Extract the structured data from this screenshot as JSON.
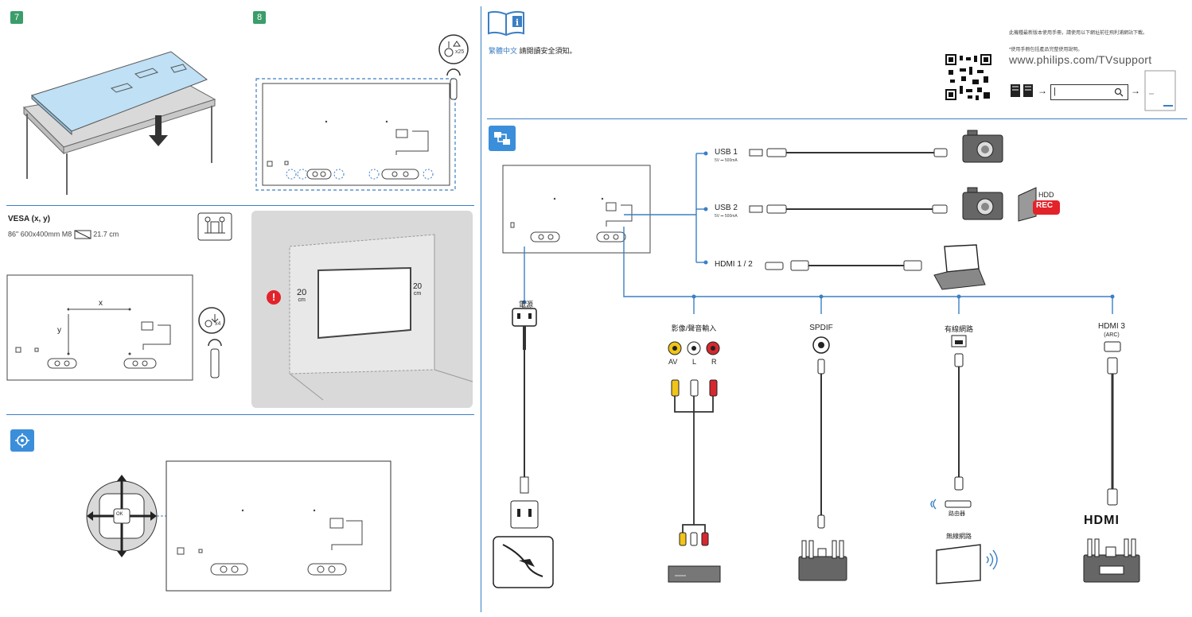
{
  "steps": {
    "s7": "7",
    "s8": "8"
  },
  "vesa": {
    "title": "VESA (x, y)",
    "line_prefix": "86\"  600x400mm  M8",
    "depth": "21.7 cm",
    "x_label": "x",
    "y_label": "y"
  },
  "wall": {
    "left_gap": "20",
    "left_unit": "cm",
    "right_gap": "20",
    "right_unit": "cm"
  },
  "screw_counts": {
    "top": "x25",
    "side": "x4"
  },
  "joystick_label": "OK",
  "safety": {
    "link": "繁體中文",
    "text": "請閱讀安全須知。"
  },
  "support": {
    "line1": "此機種最新版本使用手冊，請使用以下網址前往飛利浦網站下載。",
    "line2": "*使用手冊包括產品完整使用說明。",
    "url": "www.philips.com/TVsupport",
    "search_value": "|"
  },
  "connections": {
    "usb1": "USB 1",
    "usb1_sub": "5V ⎓ 500mA",
    "usb2": "USB 2",
    "usb2_sub": "5V ⎓ 500mA",
    "hdmi12": "HDMI 1 / 2",
    "hdd": "HDD",
    "rec": "REC",
    "power": "電源",
    "av_in": "影像/聲音輸入",
    "av": "AV",
    "l": "L",
    "r": "R",
    "spdif": "SPDIF",
    "network": "有線網路",
    "hdmi3": "HDMI 3",
    "arc": "(ARC)",
    "router": "路由器",
    "wireless": "無線網路",
    "hdmi_logo": "HDMI"
  },
  "colors": {
    "accent": "#3b7fc4",
    "step": "#3a9d6a",
    "rec": "#e2232a",
    "warn": "#e2232a",
    "rca_yellow": "#f0c419",
    "rca_red": "#d6282f"
  }
}
